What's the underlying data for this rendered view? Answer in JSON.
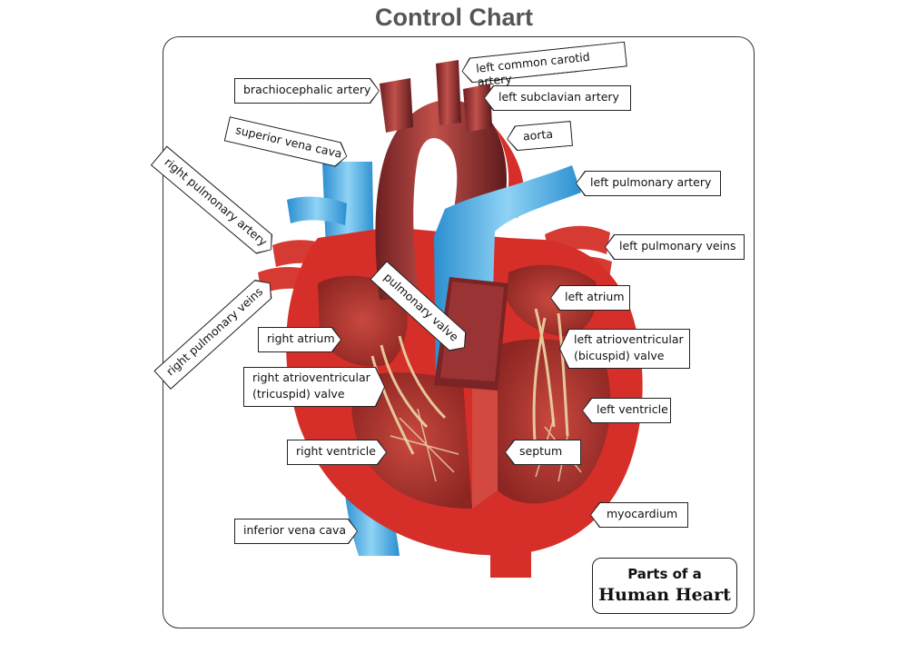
{
  "page": {
    "title": "Control Chart"
  },
  "title_box": {
    "line1": "Parts of a",
    "line2": "Human Heart"
  },
  "labels": {
    "left_common_carotid": "left common carotid artery",
    "brachiocephalic": "brachiocephalic artery",
    "left_subclavian": "left subclavian artery",
    "aorta": "aorta",
    "superior_vena_cava": "superior vena cava",
    "right_pulmonary_artery": "right pulmonary artery",
    "left_pulmonary_artery": "left pulmonary artery",
    "left_pulmonary_veins": "left pulmonary veins",
    "pulmonary_valve": "pulmonary valve",
    "left_atrium": "left atrium",
    "right_pulmonary_veins": "right pulmonary veins",
    "right_atrium": "right atrium",
    "left_av_valve_1": "left atrioventricular",
    "left_av_valve_2": "(bicuspid) valve",
    "right_av_valve_1": "right atrioventricular",
    "right_av_valve_2": "(tricuspid) valve",
    "left_ventricle": "left ventricle",
    "right_ventricle": "right ventricle",
    "septum": "septum",
    "myocardium": "myocardium",
    "inferior_vena_cava": "inferior vena cava"
  },
  "colors": {
    "myocardium": "#d62f2a",
    "chamber": "#b52a26",
    "vein_blue": "#3fa9e0",
    "artery_dark": "#8e2a2a",
    "valve_tan": "#e6c79a"
  }
}
